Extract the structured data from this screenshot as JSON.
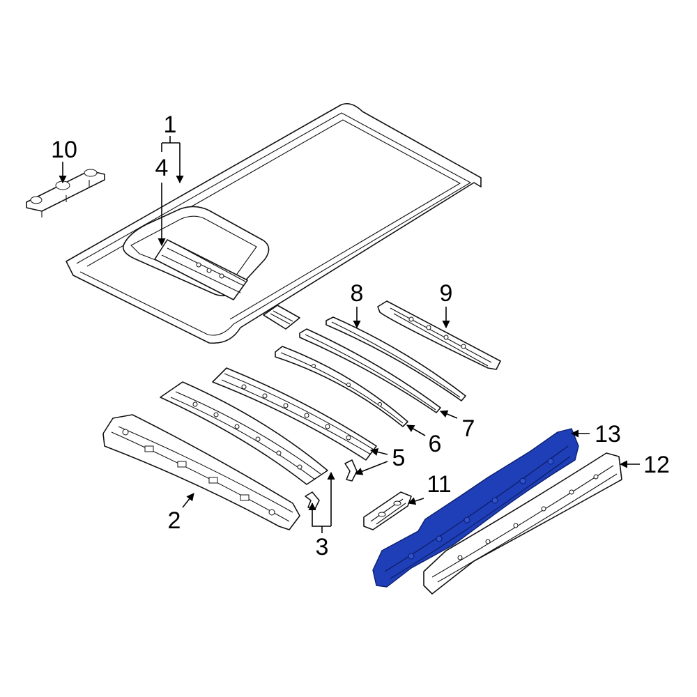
{
  "callouts": [
    {
      "id": "1",
      "text": "1"
    },
    {
      "id": "2",
      "text": "2"
    },
    {
      "id": "3",
      "text": "3"
    },
    {
      "id": "4",
      "text": "4"
    },
    {
      "id": "5",
      "text": "5"
    },
    {
      "id": "6",
      "text": "6"
    },
    {
      "id": "7",
      "text": "7"
    },
    {
      "id": "8",
      "text": "8"
    },
    {
      "id": "9",
      "text": "9"
    },
    {
      "id": "10",
      "text": "10"
    },
    {
      "id": "11",
      "text": "11"
    },
    {
      "id": "12",
      "text": "12"
    },
    {
      "id": "13",
      "text": "13"
    }
  ],
  "highlighted_part": "13",
  "colors": {
    "highlight": "#1f3fb8",
    "line": "#111111",
    "background": "#ffffff"
  }
}
